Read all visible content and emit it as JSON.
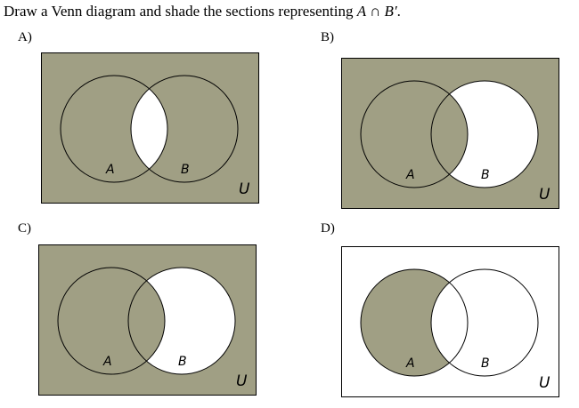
{
  "question": {
    "prefix": "Draw a Venn diagram and shade the sections representing ",
    "expression": "A ∩ B′",
    "suffix": "."
  },
  "colors": {
    "shade": "#a09f84",
    "unshaded": "#ffffff",
    "outline": "#000000"
  },
  "options": [
    {
      "label": "A)",
      "set_a": "A",
      "set_b": "B",
      "universe": "U",
      "shaded_regions": [
        "outside",
        "a_only",
        "b_only"
      ]
    },
    {
      "label": "B)",
      "set_a": "A",
      "set_b": "B",
      "universe": "U",
      "shaded_regions": [
        "outside",
        "a_only",
        "intersection"
      ]
    },
    {
      "label": "C)",
      "set_a": "A",
      "set_b": "B",
      "universe": "U",
      "shaded_regions": [
        "outside",
        "a_only",
        "intersection"
      ]
    },
    {
      "label": "D)",
      "set_a": "A",
      "set_b": "B",
      "universe": "U",
      "shaded_regions": [
        "a_only"
      ]
    }
  ]
}
